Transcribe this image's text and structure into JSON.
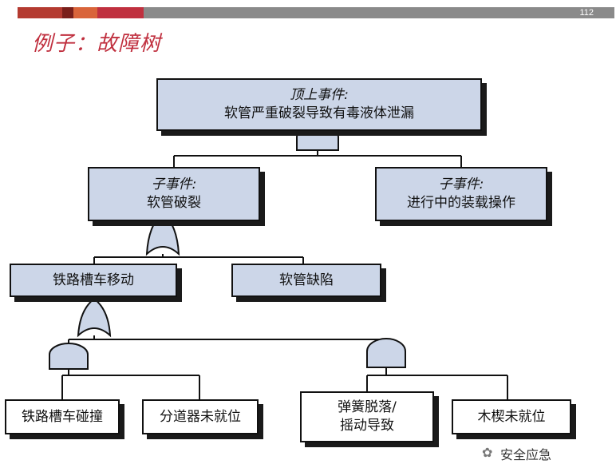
{
  "slide": {
    "page_number": "112",
    "title": "例子：故障树",
    "accent_colors": [
      "#b43a30",
      "#7a1f1a",
      "#d9643a",
      "#c0303f"
    ]
  },
  "tree": {
    "top": {
      "tag": "顶上事件:",
      "text": "软管严重破裂导致有毒液体泄漏"
    },
    "sub1": {
      "tag": "子事件:",
      "text": "软管破裂"
    },
    "sub2": {
      "tag": "子事件:",
      "text": "进行中的装载操作"
    },
    "mid1": {
      "text": "铁路槽车移动"
    },
    "mid2": {
      "text": "软管缺陷"
    },
    "leaf1": {
      "text": "铁路槽车碰撞"
    },
    "leaf2": {
      "text": "分道器未就位"
    },
    "leaf3": {
      "line1": "弹簧脱落/",
      "line2": "摇动导致"
    },
    "leaf4": {
      "text": "木楔未就位"
    }
  },
  "gates": [
    {
      "id": "gate-top",
      "type": "and"
    },
    {
      "id": "gate-sub1",
      "type": "or"
    },
    {
      "id": "gate-mid1",
      "type": "or"
    },
    {
      "id": "gate-left",
      "type": "and"
    },
    {
      "id": "gate-right",
      "type": "and"
    }
  ],
  "watermark": {
    "text": "安全应急"
  }
}
